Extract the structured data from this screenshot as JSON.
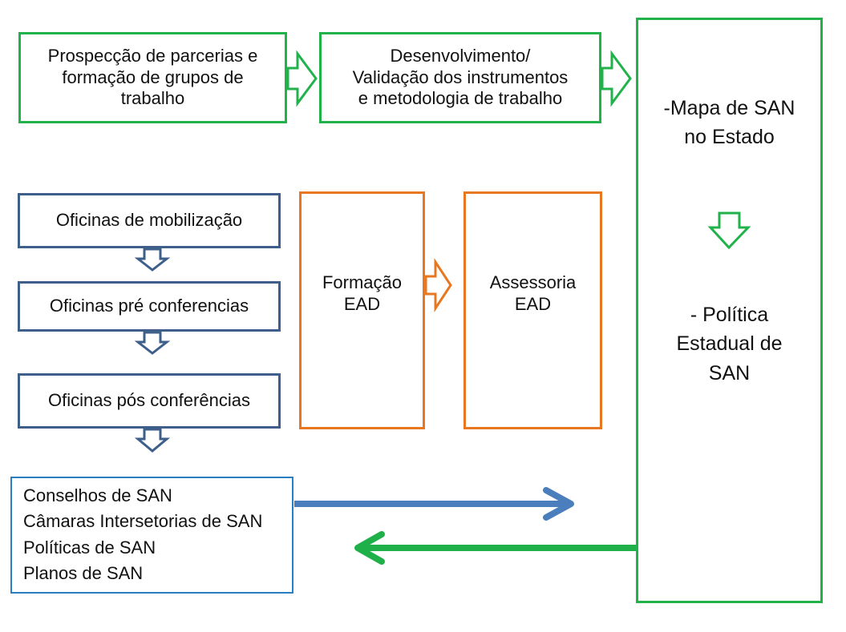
{
  "top_boxes": [
    {
      "lines": [
        "Prospecção de parcerias e",
        "formação de grupos de",
        "trabalho"
      ]
    },
    {
      "lines": [
        "Desenvolvimento/",
        "Validação dos instrumentos",
        "e metodologia de trabalho"
      ]
    }
  ],
  "right_panel": {
    "line1": "-Mapa de SAN",
    "line2": "no Estado",
    "line3": "- Política",
    "line4": "Estadual de",
    "line5": "SAN"
  },
  "oficinas": [
    "Oficinas de mobilização",
    "Oficinas pré conferencias",
    "Oficinas pós conferências"
  ],
  "ead_boxes": {
    "formacao": {
      "line1": "Formação",
      "line2": "EAD"
    },
    "assessoria": {
      "line1": "Assessoria",
      "line2": "EAD"
    }
  },
  "bottom_box": {
    "lines": [
      "Conselhos de SAN",
      "Câmaras Intersetorias de SAN",
      "Políticas de SAN",
      "Planos de SAN"
    ]
  },
  "colors": {
    "green": "#22b24c",
    "navy": "#3e5f8a",
    "orange": "#e87722",
    "blue": "#2a7fc4",
    "blue_arrow": "#4a7ebd",
    "green_arrow": "#20b04a"
  }
}
